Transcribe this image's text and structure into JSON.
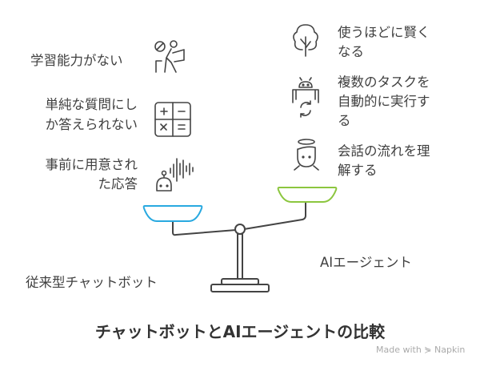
{
  "left": {
    "label": "従来型チャットボット",
    "items": [
      {
        "lines": [
          "学習能力がない"
        ],
        "icon": "no-learning-icon"
      },
      {
        "lines": [
          "単純な質問にし",
          "か答えられない"
        ],
        "icon": "calculator-icon"
      },
      {
        "lines": [
          "事前に用意され",
          "た応答"
        ],
        "icon": "bot-voice-icon"
      }
    ],
    "color": "#29a9e0"
  },
  "right": {
    "label": "AIエージェント",
    "items": [
      {
        "lines": [
          "使うほどに賢く",
          "なる"
        ],
        "icon": "tree-icon"
      },
      {
        "lines": [
          "複数のタスクを",
          "自動的に実行す",
          "る"
        ],
        "icon": "robot-sync-icon"
      },
      {
        "lines": [
          "会話の流れを理",
          "解する"
        ],
        "icon": "person-halo-icon"
      }
    ],
    "color": "#8cc63f"
  },
  "title": "チャットボットとAIエージェントの比較",
  "brand": "Made with ⋟ Napkin"
}
